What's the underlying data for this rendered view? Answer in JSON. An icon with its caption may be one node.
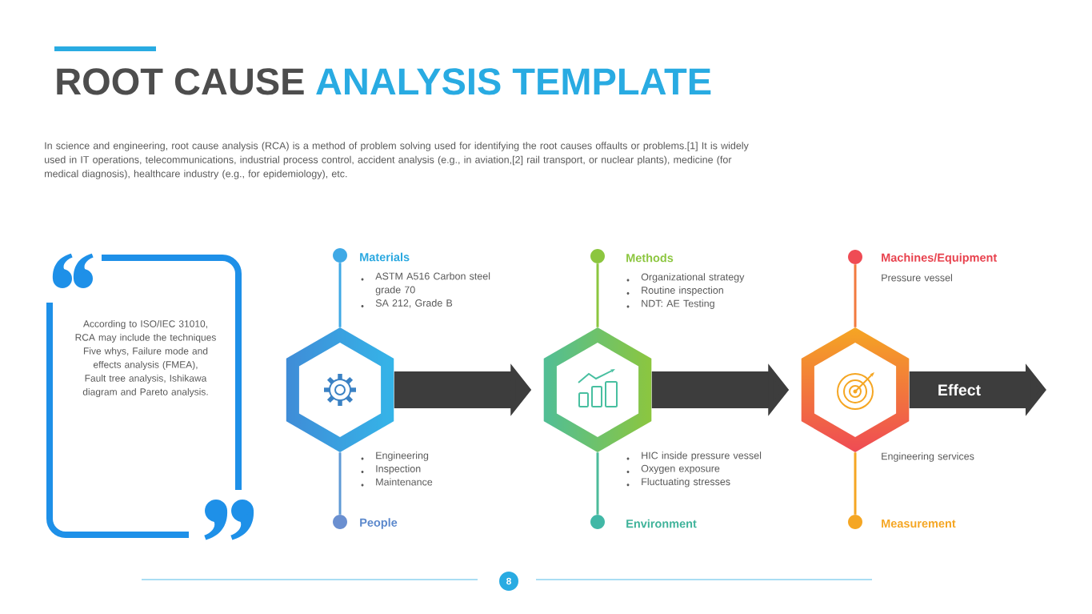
{
  "diagram": {
    "title": "ROOT CAUSE",
    "nodes": [
      {
        "text": [
          "According to ISO/IEC 31010, RCA may include the techniques Five whys, Failure mode and effects analysis (FMEA), Fault tree analysis, Ishikawa diagram and Pareto analysis."
        ]
      },
      {
        "text": [],
        "shape": "circle",
        "beside": [
          "Materials",
          "ASTM A516 Carbon steel grade 70",
          "SA 212, Grade B"
        ]
      },
      {
        "text": [],
        "shape": "hexagon"
      },
      {
        "text": [],
        "shape": "circle",
        "beside": [
          "People",
          "Engineering",
          "Inspection",
          "Maintenance"
        ]
      },
      {
        "text": [],
        "shape": "circle",
        "beside": [
          "Methods",
          "Organizational strategy",
          "Routine inspection",
          "NDT: AE Testing"
        ]
      },
      {
        "text": [],
        "shape": "hexagon"
      },
      {
        "text": [],
        "shape": "circle",
        "beside": [
          "Environment",
          "HIC inside pressure vessel",
          "Oxygen exposure",
          "Fluctuating stresses"
        ]
      },
      {
        "text": [],
        "shape": "circle",
        "beside": [
          "Machines/Equipment",
          "Pressure vessel"
        ]
      },
      {
        "text": [],
        "shape": "hexagon",
        "beside": [
          "Engineering services"
        ]
      },
      {
        "text": [],
        "shape": "circle",
        "beside": [
          "Measurement"
        ]
      }
    ],
    "edges": [
      {
        "from": 1,
        "to": 2,
        "arrow": "none",
        "color": "#3fa9e6"
      },
      {
        "from": 2,
        "to": 3,
        "arrow": "none",
        "color": "#5f9ad6"
      },
      {
        "from": 4,
        "to": 5,
        "arrow": "none",
        "color": "#8cc63f"
      },
      {
        "from": 5,
        "to": 6,
        "arrow": "none",
        "color": "#4dbb9a"
      },
      {
        "from": 7,
        "to": 8,
        "arrow": "none",
        "color": "#f27a3f"
      },
      {
        "from": 8,
        "to": 9,
        "arrow": "none",
        "color": "#f5a623"
      },
      {
        "from": 2,
        "to": 5,
        "arrow": "to",
        "style": "thick",
        "color": "#3d3d3d"
      },
      {
        "from": 5,
        "to": 8,
        "arrow": "to",
        "style": "thick",
        "color": "#3d3d3d"
      },
      {
        "from": 8,
        "to": null,
        "arrow": "to",
        "style": "thick",
        "color": "#3d3d3d",
        "label": "Effect"
      }
    ],
    "labels": [
      "ANALYSIS TEMPLATE",
      "In science and engineering, root cause analysis (RCA) is a method of problem solving used for identifying the root causes offaults or problems.[1] It is widely used in IT operations, telecommunications, industrial process control, accident analysis (e.g., in aviation,[2] rail transport, or nuclear plants), medicine (for medical diagnosis), healthcare industry (e.g., for epidemiology), etc.",
      "8"
    ]
  }
}
